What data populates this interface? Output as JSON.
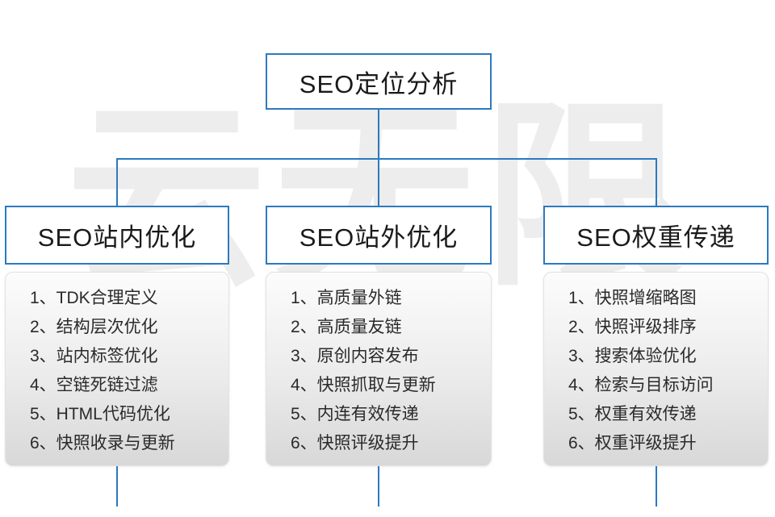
{
  "watermark": "云无限",
  "root": {
    "label": "SEO定位分析"
  },
  "branches": [
    {
      "title": "SEO站内优化",
      "items": [
        "1、TDK合理定义",
        "2、结构层次优化",
        "3、站内标签优化",
        "4、空链死链过滤",
        "5、HTML代码优化",
        "6、快照收录与更新"
      ]
    },
    {
      "title": "SEO站外优化",
      "items": [
        "1、高质量外链",
        "2、高质量友链",
        "3、原创内容发布",
        "4、快照抓取与更新",
        "5、内连有效传递",
        "6、快照评级提升"
      ]
    },
    {
      "title": "SEO权重传递",
      "items": [
        "1、快照增缩略图",
        "2、快照评级排序",
        "3、搜索体验优化",
        "4、检索与目标访问",
        "5、权重有效传递",
        "6、权重评级提升"
      ]
    }
  ],
  "colors": {
    "line": "#2b7abf",
    "border": "#2b7abf",
    "watermark": "#ededed",
    "panel_top": "#fcfcfc",
    "panel_bottom": "#d8d8d8"
  }
}
